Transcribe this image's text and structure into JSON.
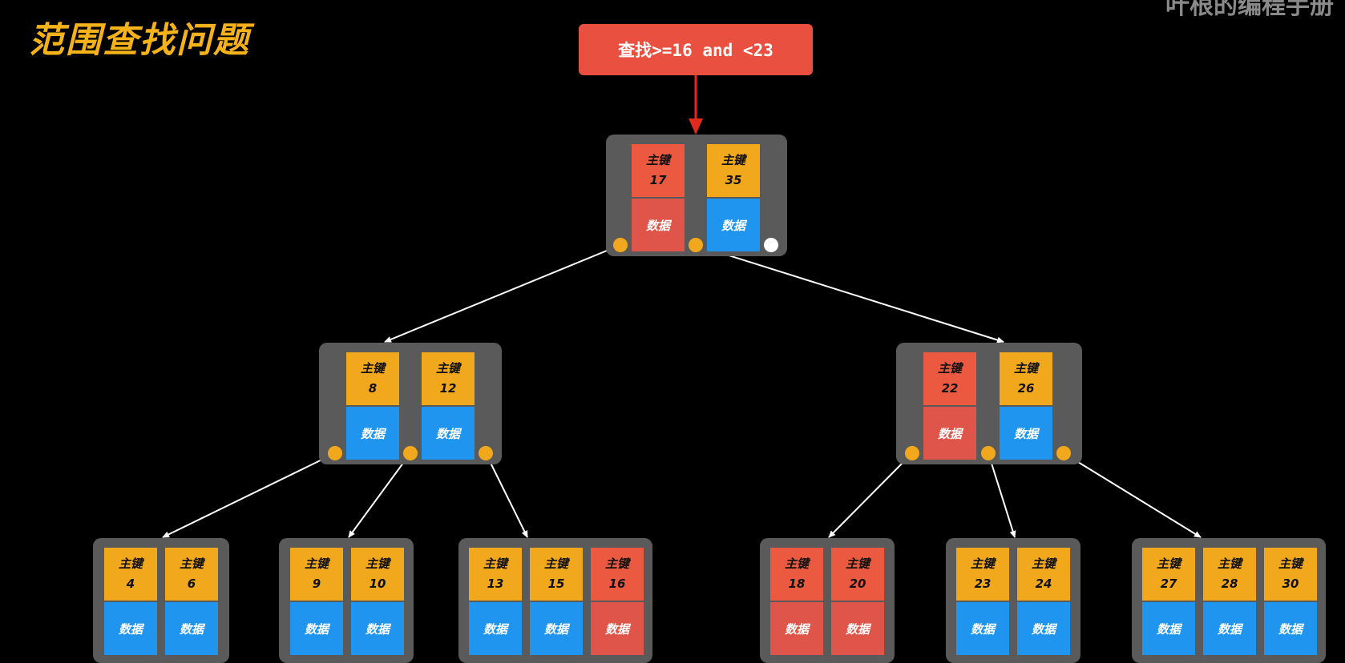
{
  "title": "范围查找问题",
  "watermark": "叶根的编程手册",
  "query": "查找>=16 and <23",
  "key_label": "主键",
  "data_label": "数据",
  "colors": {
    "normal_key": "#f2a81c",
    "normal_data": "#1f95ef",
    "match": "#eb5a40",
    "node_bg": "#5a5a5a",
    "arrow": "#ffffff",
    "query_arrow": "#e02a1f"
  },
  "nodes": [
    {
      "id": "root",
      "keys": [
        {
          "value": "17",
          "match": true
        },
        {
          "value": "35",
          "match": false
        }
      ]
    },
    {
      "id": "internal-left",
      "keys": [
        {
          "value": "8",
          "match": false
        },
        {
          "value": "12",
          "match": false
        }
      ]
    },
    {
      "id": "internal-right",
      "keys": [
        {
          "value": "22",
          "match": true
        },
        {
          "value": "26",
          "match": false
        }
      ]
    },
    {
      "id": "leaf-1",
      "keys": [
        {
          "value": "4",
          "match": false
        },
        {
          "value": "6",
          "match": false
        }
      ]
    },
    {
      "id": "leaf-2",
      "keys": [
        {
          "value": "9",
          "match": false
        },
        {
          "value": "10",
          "match": false
        }
      ]
    },
    {
      "id": "leaf-3",
      "keys": [
        {
          "value": "13",
          "match": false
        },
        {
          "value": "15",
          "match": false
        },
        {
          "value": "16",
          "match": true
        }
      ]
    },
    {
      "id": "leaf-4",
      "keys": [
        {
          "value": "18",
          "match": true
        },
        {
          "value": "20",
          "match": true
        }
      ]
    },
    {
      "id": "leaf-5",
      "keys": [
        {
          "value": "23",
          "match": false
        },
        {
          "value": "24",
          "match": false
        }
      ]
    },
    {
      "id": "leaf-6",
      "keys": [
        {
          "value": "27",
          "match": false
        },
        {
          "value": "28",
          "match": false
        },
        {
          "value": "30",
          "match": false
        }
      ]
    }
  ],
  "edges": [
    {
      "from": "root",
      "pointer": 0,
      "to": "internal-left"
    },
    {
      "from": "root",
      "pointer": 1,
      "to": "internal-right"
    },
    {
      "from": "internal-left",
      "pointer": 0,
      "to": "leaf-1"
    },
    {
      "from": "internal-left",
      "pointer": 1,
      "to": "leaf-2"
    },
    {
      "from": "internal-left",
      "pointer": 2,
      "to": "leaf-3"
    },
    {
      "from": "internal-right",
      "pointer": 0,
      "to": "leaf-4"
    },
    {
      "from": "internal-right",
      "pointer": 1,
      "to": "leaf-5"
    },
    {
      "from": "internal-right",
      "pointer": 2,
      "to": "leaf-6"
    }
  ],
  "unused_pointers": [
    {
      "node": "root",
      "pointer": 2
    }
  ]
}
